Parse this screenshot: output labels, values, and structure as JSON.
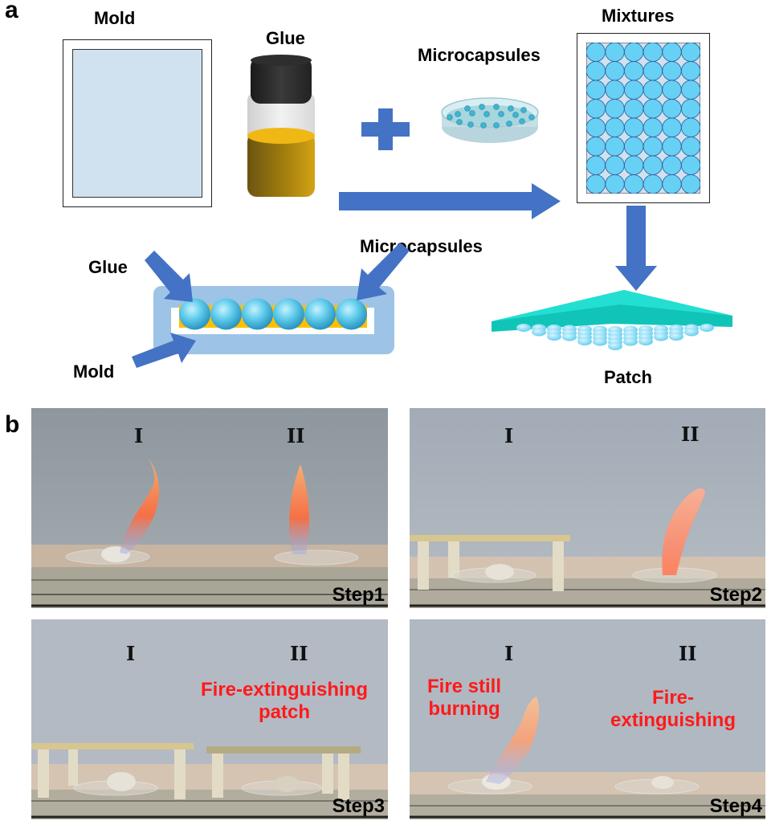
{
  "panel_a": {
    "letter": "a",
    "labels": {
      "mold": "Mold",
      "glue": "Glue",
      "microcapsules": "Microcapsules",
      "mixtures": "Mixtures",
      "patch": "Patch"
    },
    "cross_section_labels": {
      "glue": "Glue",
      "microcapsules": "Microcapsules",
      "mold": "Mold"
    },
    "mixture_grid": {
      "columns": 6,
      "rows": 8
    },
    "cross_section_sphere_count": 6,
    "colors": {
      "arrow": "#4472c4",
      "mold_fill": "#d0e2ef",
      "glue": "#f0b400",
      "capsule": "#66d0f5",
      "mold_section": "#9dc3e6",
      "patch": "#14d2c4"
    }
  },
  "panel_b": {
    "letter": "b",
    "photos": [
      {
        "step": "Step1",
        "marker_i": "I",
        "marker_ii": "II",
        "annotations": []
      },
      {
        "step": "Step2",
        "marker_i": "I",
        "marker_ii": "II",
        "annotations": []
      },
      {
        "step": "Step3",
        "marker_i": "I",
        "marker_ii": "II",
        "annotations": [
          "Fire-extinguishing",
          "patch"
        ]
      },
      {
        "step": "Step4",
        "marker_i": "I",
        "marker_ii": "II",
        "annotations": [
          "Fire still",
          "burning",
          "Fire-",
          "extinguishing"
        ]
      }
    ],
    "annotation_color": "#ff1a1a"
  }
}
